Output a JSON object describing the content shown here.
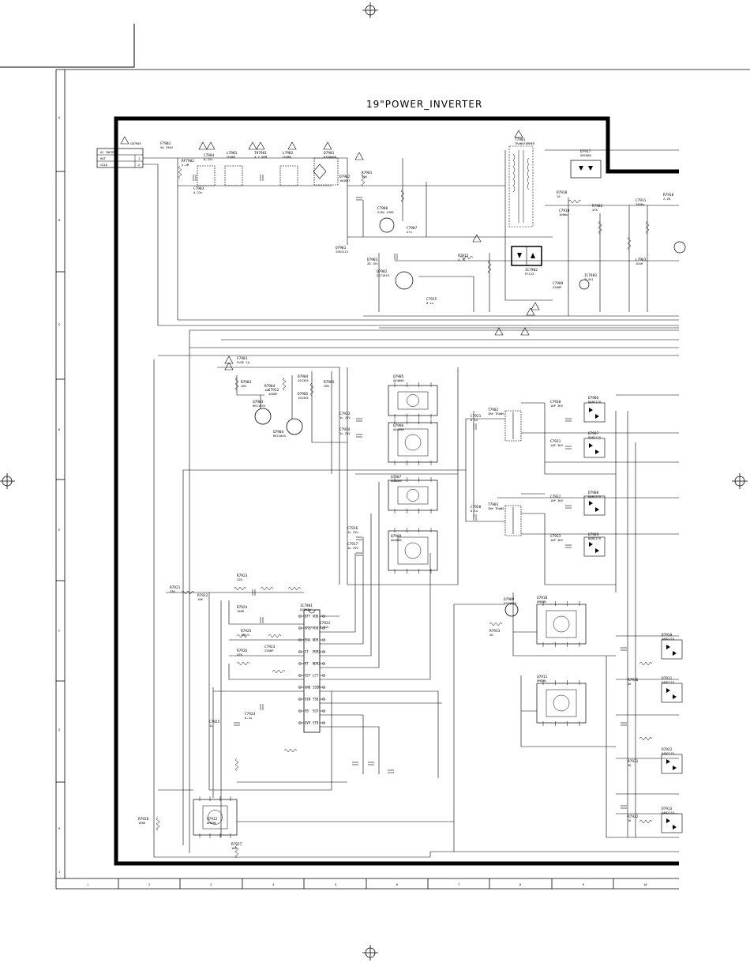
{
  "page": {
    "title": "19\"POWER_INVERTER"
  },
  "connector": {
    "ref": "CN7905",
    "header": "AC INPUT",
    "rows": [
      {
        "name": "HOT",
        "pin": "1"
      },
      {
        "name": "COLD",
        "pin": "2"
      }
    ]
  },
  "parts": {
    "primary": [
      {
        "ref": "F7902",
        "val": "5A 250V"
      },
      {
        "ref": "RF7902",
        "val": "2.2M"
      },
      {
        "ref": "C7903",
        "val": "0.22u"
      },
      {
        "ref": "C7904",
        "val": "0.22u"
      },
      {
        "ref": "L7901",
        "val": "CHOKE"
      },
      {
        "ref": "L7902",
        "val": "CHOKE"
      },
      {
        "ref": "TH7901",
        "val": "4.7 OHM"
      },
      {
        "ref": "D7901",
        "val": "D3SBA60"
      },
      {
        "ref": "C7906",
        "val": "220u 450V"
      },
      {
        "ref": "D7902",
        "val": "1N4937"
      },
      {
        "ref": "R7901",
        "val": "33K"
      },
      {
        "ref": "Q7901",
        "val": "2SK3113"
      },
      {
        "ref": "C7907",
        "val": "47n"
      },
      {
        "ref": "T7901",
        "val": "TRANSFORMER"
      },
      {
        "ref": "D7917",
        "val": "SB1060"
      },
      {
        "ref": "R7910",
        "val": "10"
      },
      {
        "ref": "C7910",
        "val": "1000u"
      },
      {
        "ref": "IC7902",
        "val": "PC123"
      },
      {
        "ref": "IC7903",
        "val": "TL431"
      },
      {
        "ref": "R7902",
        "val": "47K"
      },
      {
        "ref": "C7909",
        "val": "2200P"
      },
      {
        "ref": "L7903",
        "val": "10uH"
      },
      {
        "ref": "C7911",
        "val": "1000u"
      },
      {
        "ref": "R7918",
        "val": "2.2K"
      },
      {
        "ref": "R7915",
        "val": "4.7K"
      },
      {
        "ref": "C7915",
        "val": "0.1u"
      },
      {
        "ref": "Q7902",
        "val": "2SC1815"
      },
      {
        "ref": "D7903",
        "val": "ZD 15V"
      }
    ],
    "inverter": [
      {
        "ref": "F7903",
        "val": "FUSE 2A"
      },
      {
        "ref": "Q7903",
        "val": "KRC103S"
      },
      {
        "ref": "Q7904",
        "val": "KRC104S"
      },
      {
        "ref": "R7903",
        "val": "10K"
      },
      {
        "ref": "R7904",
        "val": "10K"
      },
      {
        "ref": "C7912",
        "val": "1000P"
      },
      {
        "ref": "D7904",
        "val": "1SS355"
      },
      {
        "ref": "D7905",
        "val": "1SS355"
      },
      {
        "ref": "R7905",
        "val": "10K"
      },
      {
        "ref": "Q7905",
        "val": "AO4600"
      },
      {
        "ref": "Q7906",
        "val": "AO4600"
      },
      {
        "ref": "Q7907",
        "val": "AO4600"
      },
      {
        "ref": "Q7908",
        "val": "AO4600"
      },
      {
        "ref": "C7913",
        "val": "1u 25V"
      },
      {
        "ref": "C7914",
        "val": "1u 25V"
      },
      {
        "ref": "C7916",
        "val": "1u 25V"
      },
      {
        "ref": "C7917",
        "val": "1u 25V"
      },
      {
        "ref": "T7902",
        "val": "INV TRANS"
      },
      {
        "ref": "T7903",
        "val": "INV TRANS"
      },
      {
        "ref": "C7920",
        "val": "0.1u"
      },
      {
        "ref": "C7921",
        "val": "0.1u"
      },
      {
        "ref": "IC7901",
        "val": "OZ9938"
      },
      {
        "ref": "Q7909",
        "val": "2SK3018"
      },
      {
        "ref": "Q7910",
        "val": "UMD3N"
      },
      {
        "ref": "Q7911",
        "val": "UMD3N"
      },
      {
        "ref": "Q7912",
        "val": "UMD3N"
      },
      {
        "ref": "R7920",
        "val": "100K"
      },
      {
        "ref": "R7921",
        "val": "33K"
      },
      {
        "ref": "R7922",
        "val": "10K"
      },
      {
        "ref": "R7923",
        "val": "22K"
      },
      {
        "ref": "R7924",
        "val": "100K"
      },
      {
        "ref": "R7925",
        "val": "10K"
      },
      {
        "ref": "R7926",
        "val": "47K"
      },
      {
        "ref": "R7927",
        "val": "10K"
      },
      {
        "ref": "C7922",
        "val": "0.01u"
      },
      {
        "ref": "C7923",
        "val": "2200P"
      },
      {
        "ref": "C7924",
        "val": "0.1u"
      },
      {
        "ref": "C7925",
        "val": "1u"
      },
      {
        "ref": "D7906",
        "val": "DAN217U"
      },
      {
        "ref": "D7907",
        "val": "DAN217U"
      },
      {
        "ref": "D7908",
        "val": "DAN217U"
      },
      {
        "ref": "D7909",
        "val": "DAN217U"
      },
      {
        "ref": "D7910",
        "val": "DAN217U"
      },
      {
        "ref": "D7911",
        "val": "DAN217U"
      },
      {
        "ref": "D7912",
        "val": "DAN217U"
      },
      {
        "ref": "D7913",
        "val": "DAN217U"
      },
      {
        "ref": "C7930",
        "val": "10P 3KV"
      },
      {
        "ref": "C7931",
        "val": "10P 3KV"
      },
      {
        "ref": "C7932",
        "val": "10P 3KV"
      },
      {
        "ref": "C7933",
        "val": "10P 3KV"
      },
      {
        "ref": "R7930",
        "val": "1K"
      },
      {
        "ref": "R7931",
        "val": "1K"
      },
      {
        "ref": "R7932",
        "val": "1K"
      },
      {
        "ref": "R7933",
        "val": "1K"
      }
    ]
  },
  "ic_pins": {
    "left": [
      "DTY",
      "VREF",
      "ENA",
      "CT",
      "RT",
      "SST",
      "GND",
      "VIN",
      "FB",
      "OVP"
    ],
    "right": [
      "VDD",
      "PDR",
      "NDR",
      "PDR2",
      "NDR2",
      "LCT",
      "ISEN",
      "TSD",
      "SCP",
      "STB"
    ]
  },
  "border": {
    "row_marks": [
      "A",
      "B",
      "C",
      "D",
      "E",
      "F",
      "G",
      "H",
      "I"
    ],
    "col_marks": [
      "1",
      "2",
      "3",
      "4",
      "5",
      "6",
      "7",
      "8",
      "9",
      "10"
    ]
  }
}
